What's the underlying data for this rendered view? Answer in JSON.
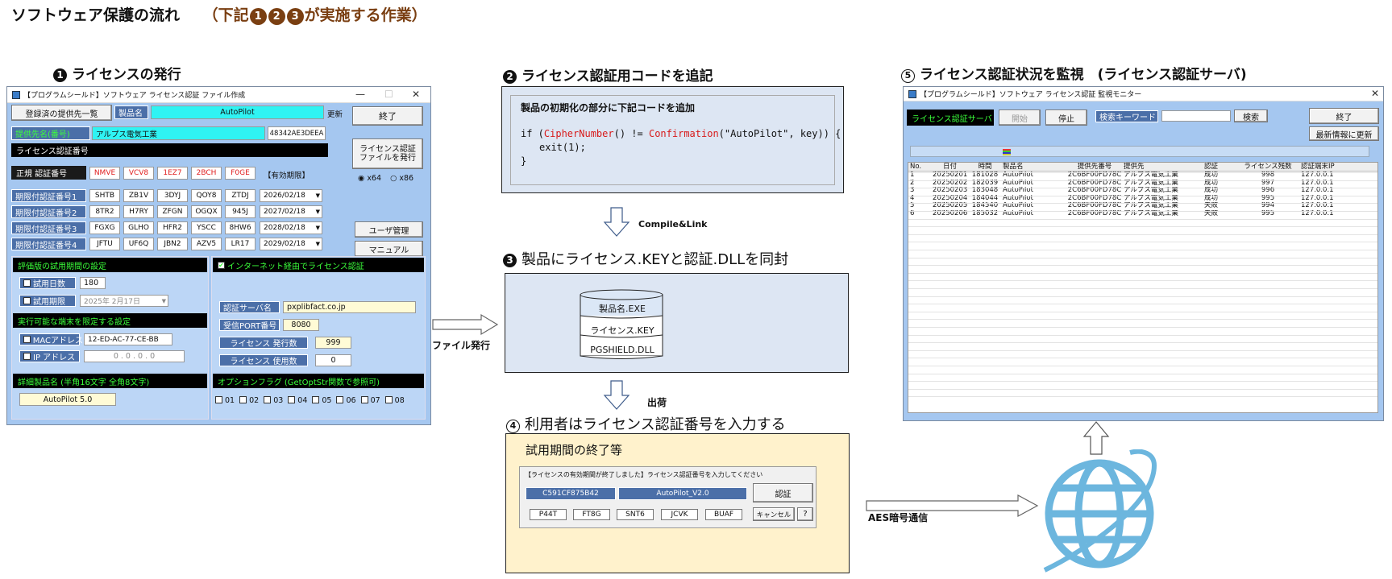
{
  "header": {
    "title": "ソフトウェア保護の流れ",
    "sub_open": "（下記",
    "sub_nums": [
      "1",
      "2",
      "3"
    ],
    "sub_close": "が実施する作業）"
  },
  "sections": {
    "s1": {
      "num": "1",
      "label": "ライセンスの発行"
    },
    "s2": {
      "num": "2",
      "label": "ライセンス認証用コードを追記"
    },
    "s3": {
      "num": "3",
      "label": "製品にライセンス.KEYと認証.DLLを同封"
    },
    "s4": {
      "num": "4",
      "label": "利用者はライセンス認証番号を入力する"
    },
    "s5": {
      "num": "5",
      "label": "ライセンス認証状況を監視　(ライセンス認証サーバ)"
    }
  },
  "issuer_window": {
    "title": "【プログラムシールド】ソフトウェア ライセンス認証 ファイル作成",
    "provider_list_button": "登録済の提供先一覧",
    "product_name_label": "製品名",
    "product_name_value": "AutoPilot",
    "update_label": "更新",
    "close_button": "終了",
    "provider_label": "提供先名(番号)",
    "provider_value": "アルプス電気工業",
    "provider_code": "48342AE3DEEA",
    "license_no_header": "ライセンス認証番号",
    "official_label": "正規 認証番号",
    "official_codes": [
      "NMVE",
      "VCV8",
      "1EZ7",
      "2BCH",
      "F0GE"
    ],
    "expiry_header": "【有効期限】",
    "limited_rows": [
      {
        "label": "期限付認証番号1",
        "codes": [
          "SHTB",
          "ZB1V",
          "3DYJ",
          "QOY8",
          "ZTDJ"
        ],
        "date": "2026/02/18"
      },
      {
        "label": "期限付認証番号2",
        "codes": [
          "8TR2",
          "H7RY",
          "ZFGN",
          "OGQX",
          "945J"
        ],
        "date": "2027/02/18"
      },
      {
        "label": "期限付認証番号3",
        "codes": [
          "FGXG",
          "GLHO",
          "HFR2",
          "YSCC",
          "8HW6"
        ],
        "date": "2028/02/18"
      },
      {
        "label": "期限付認証番号4",
        "codes": [
          "JFTU",
          "UF6Q",
          "JBN2",
          "AZV5",
          "LR17"
        ],
        "date": "2029/02/18"
      }
    ],
    "issue_button_l1": "ライセンス認証",
    "issue_button_l2": "ファイルを発行",
    "arch_x64": "x64",
    "arch_x86": "x86",
    "user_mgmt_button": "ユーザ管理",
    "manual_button": "マニュアル",
    "trial_header": "評価版の試用期間の設定",
    "trial_days_label": "試用日数",
    "trial_days_value": "180",
    "trial_period_label": "試用期限",
    "trial_period_value": "2025年 2月17日",
    "terminal_header": "実行可能な端末を限定する設定",
    "mac_label": "MACアドレス",
    "mac_value": "12-ED-AC-77-CE-BB",
    "ip_label": "IP アドレス",
    "ip_value": "0 . 0 . 0 . 0",
    "detail_header": "詳細製品名 (半角16文字 全角8文字)",
    "detail_value": "AutoPilot 5.0",
    "internet_header": "インターネット経由でライセンス認証",
    "server_label": "認証サーバ名",
    "server_value": "pxplibfact.co.jp",
    "port_label": "受信PORT番号",
    "port_value": "8080",
    "issued_label": "ライセンス 発行数",
    "issued_value": "999",
    "used_label": "ライセンス 使用数",
    "used_value": "0",
    "option_header": "オプションフラグ (GetOptStr関数で参照可)",
    "option_flags": [
      "01",
      "02",
      "03",
      "04",
      "05",
      "06",
      "07",
      "08"
    ]
  },
  "code_box": {
    "heading": "製品の初期化の部分に下記コードを追加",
    "line1_a": "if (",
    "line1_fn1": "CipherNumber",
    "line1_b": "() != ",
    "line1_fn2": "Confirmation",
    "line1_c": "(\"AutoPilot\", key)) {",
    "line2": "exit(1);",
    "line3": "}"
  },
  "compile_label": "Compile&Link",
  "package": {
    "layers": [
      "製品名.EXE",
      "ライセンス.KEY",
      "PGSHIELD.DLL"
    ]
  },
  "file_issue_label": "ファイル発行",
  "ship_label": "出荷",
  "aes_label": "AES暗号通信",
  "trial_box": {
    "heading": "試用期間の終了等",
    "dialog_title": "【ライセンスの有効期間が終了しました】ライセンス認証番号を入力してください",
    "code_value": "C591CF875B42",
    "product_value": "AutoPilot_V2.0",
    "auth_button": "認証",
    "inputs": [
      "P44T",
      "FT8G",
      "SNT6",
      "JCVK",
      "BUAF"
    ],
    "cancel_button": "キャンセル",
    "help_button": "?"
  },
  "monitor": {
    "title": "【プログラムシールド】ソフトウェア ライセンス認証 監視モニター",
    "server_label": "ライセンス認証サーバ",
    "start_button": "開始",
    "stop_button": "停止",
    "keyword_label": "検索キーワード",
    "search_button": "検索",
    "close_button": "終了",
    "refresh_button": "最新情報に更新",
    "columns": [
      "No.",
      "日付",
      "時間",
      "製品名",
      "提供先番号",
      "提供先",
      "認証",
      "ライセンス残数",
      "認証端末IP"
    ],
    "rows": [
      [
        "1",
        "20250201",
        "181028",
        "AutoPilot",
        "2C6BF00FD78C",
        "アルプス電気工業",
        "成功",
        "998",
        "127.0.0.1"
      ],
      [
        "2",
        "20250202",
        "182039",
        "AutoPilot",
        "2C6BF00FD78C",
        "アルプス電気工業",
        "成功",
        "997",
        "127.0.0.1"
      ],
      [
        "3",
        "20250203",
        "183048",
        "AutoPilot",
        "2C6BF00FD78C",
        "アルプス電気工業",
        "成功",
        "996",
        "127.0.0.1"
      ],
      [
        "4",
        "20250204",
        "184044",
        "AutoPilot",
        "2C6BF00FD78C",
        "アルプス電気工業",
        "成功",
        "995",
        "127.0.0.1"
      ],
      [
        "5",
        "20250205",
        "184540",
        "AutoPilot",
        "2C6BF00FD78C",
        "アルプス電気工業",
        "失敗",
        "994",
        "127.0.0.1"
      ],
      [
        "6",
        "20250206",
        "185032",
        "AutoPilot",
        "2C6BF00FD78C",
        "アルプス電気工業",
        "失敗",
        "995",
        "127.0.0.1"
      ]
    ]
  },
  "colors": {
    "accent_brown": "#7a3f12",
    "win_blue": "#a5c7f0",
    "label_blue": "#4b6fa8",
    "globe_blue": "#6cb6de"
  }
}
